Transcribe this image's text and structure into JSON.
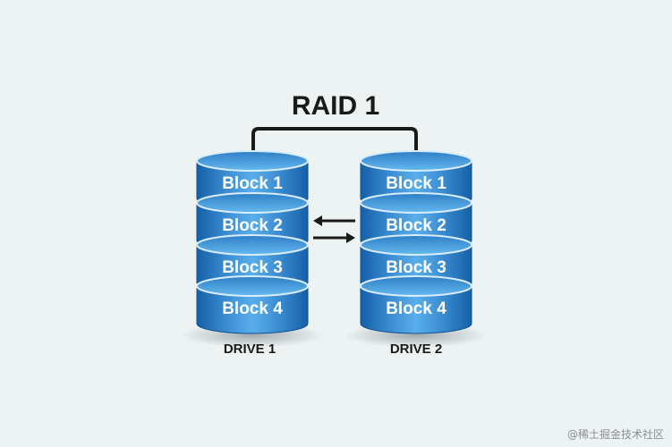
{
  "diagram": {
    "title": "RAID 1",
    "drives": [
      {
        "label": "DRIVE 1",
        "blocks": [
          "Block 1",
          "Block 2",
          "Block 3",
          "Block 4"
        ]
      },
      {
        "label": "DRIVE 2",
        "blocks": [
          "Block 1",
          "Block 2",
          "Block 3",
          "Block 4"
        ]
      }
    ],
    "watermark": "@稀土掘金技术社区"
  },
  "colors": {
    "background": "#edf3f3",
    "disk_dark": "#1560a8",
    "disk_light": "#4da3df",
    "disk_top": "#5fb2ea",
    "connector": "#1a1a1a"
  }
}
